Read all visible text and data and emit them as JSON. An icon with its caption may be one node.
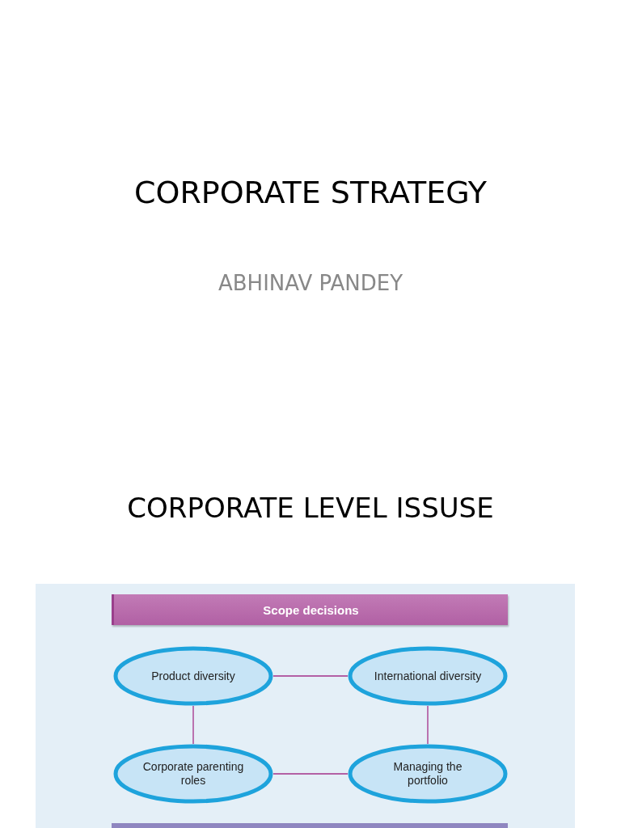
{
  "diagram": {
    "title": "CORPORATE STRATEGY",
    "nodes": [
      {
        "text": [
          "Scope decisions"
        ]
      },
      {
        "text": [
          "Product diversity"
        ]
      },
      {
        "text": [
          "International diversity"
        ]
      },
      {
        "text": [
          "Corporate parenting roles"
        ]
      },
      {
        "text": [
          "Managing the portfolio"
        ]
      }
    ],
    "edges": [
      {
        "from": 1,
        "to": 2,
        "arrow": "none"
      },
      {
        "from": 1,
        "to": 3,
        "arrow": "none"
      },
      {
        "from": 2,
        "to": 4,
        "arrow": "none"
      },
      {
        "from": 3,
        "to": 4,
        "arrow": "none"
      }
    ],
    "labels": [
      "ABHINAV PANDEY",
      "CORPORATE LEVEL ISSUSE"
    ]
  }
}
